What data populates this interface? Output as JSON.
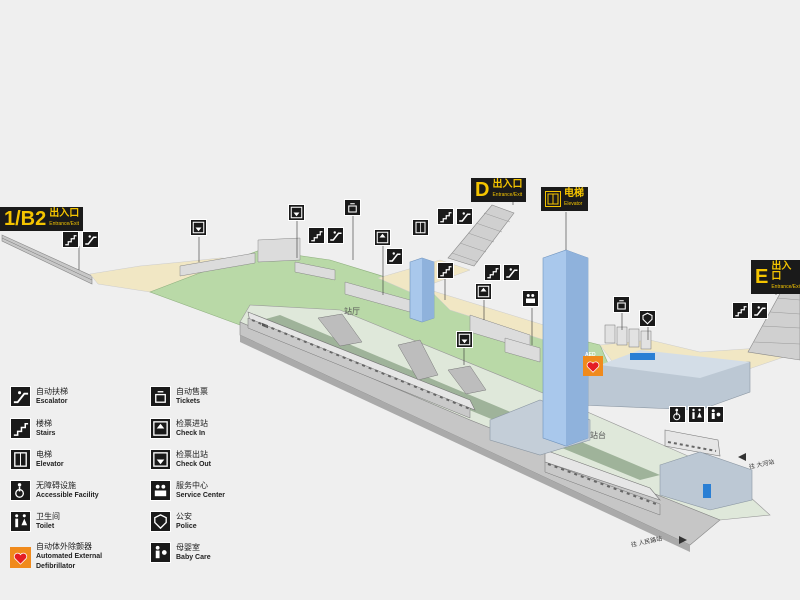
{
  "signs": {
    "b2": {
      "big": "1/B2",
      "zh": "出入口",
      "en": "Entrance/Exit"
    },
    "d": {
      "big": "D",
      "zh": "出入口",
      "en": "Entrance/Exit"
    },
    "elevator": {
      "zh": "电梯",
      "en": "Elevator"
    },
    "e": {
      "big": "E",
      "zh": "出入口",
      "en": "Entrance/Exit"
    }
  },
  "areas": {
    "concourse": "站厅",
    "platform": "站台",
    "aed_badge": "AED"
  },
  "directions": {
    "right": "往 大河站",
    "bottom": "往 人民路站"
  },
  "legend": [
    {
      "icon": "escalator-icon",
      "zh": "自动扶梯",
      "en": "Escalator"
    },
    {
      "icon": "stairs-icon",
      "zh": "楼梯",
      "en": "Stairs"
    },
    {
      "icon": "elevator-icon",
      "zh": "电梯",
      "en": "Elevator"
    },
    {
      "icon": "accessible-icon",
      "zh": "无障碍设施",
      "en": "Accessible Facility"
    },
    {
      "icon": "toilet-icon",
      "zh": "卫生间",
      "en": "Toilet"
    },
    {
      "icon": "aed-icon",
      "zh": "自动体外除颤器",
      "en": "Automated External",
      "en2": "Defibrillator"
    },
    {
      "icon": "ticket-icon",
      "zh": "自动售票",
      "en": "Tickets"
    },
    {
      "icon": "check-in-icon",
      "zh": "检票进站",
      "en": "Check In"
    },
    {
      "icon": "check-out-icon",
      "zh": "检票出站",
      "en": "Check Out"
    },
    {
      "icon": "service-center-icon",
      "zh": "服务中心",
      "en": "Service Center"
    },
    {
      "icon": "police-icon",
      "zh": "公安",
      "en": "Police"
    },
    {
      "icon": "baby-care-icon",
      "zh": "母婴室",
      "en": "Baby Care"
    }
  ],
  "colors": {
    "concourse": "#b9d9a7",
    "walkway": "#f1e7c4",
    "elevator_shaft": "#a9c8ec",
    "sign_bg": "#1a1a1a",
    "sign_text": "#f4c400",
    "aed": "#f08a1c"
  }
}
